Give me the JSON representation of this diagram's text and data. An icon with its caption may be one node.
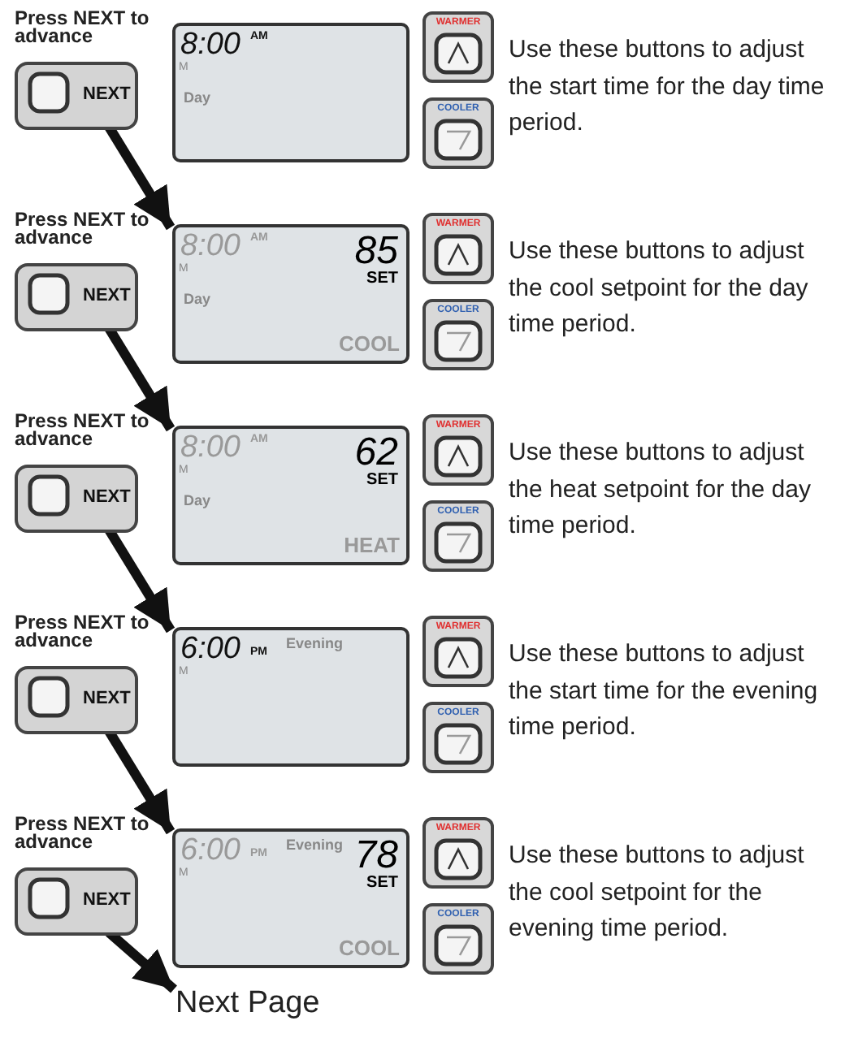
{
  "diagram": {
    "nodes": [
      {
        "text": [
          "Press NEXT to advance",
          "NEXT"
        ]
      },
      {
        "text": [
          "8:00",
          "AM",
          "M",
          "Day"
        ]
      },
      {
        "text": [
          "WARMER"
        ]
      },
      {
        "text": [
          "COOLER"
        ]
      },
      {
        "text": [
          "Press NEXT to advance",
          "NEXT"
        ]
      },
      {
        "text": [
          "8:00",
          "AM",
          "M",
          "85",
          "SET",
          "Day",
          "COOL"
        ]
      },
      {
        "text": [
          "WARMER"
        ]
      },
      {
        "text": [
          "COOLER"
        ]
      },
      {
        "text": [
          "Press NEXT to advance",
          "NEXT"
        ]
      },
      {
        "text": [
          "8:00",
          "AM",
          "M",
          "62",
          "SET",
          "Day",
          "HEAT"
        ]
      },
      {
        "text": [
          "WARMER"
        ]
      },
      {
        "text": [
          "COOLER"
        ]
      },
      {
        "text": [
          "Press NEXT to advance",
          "NEXT"
        ]
      },
      {
        "text": [
          "6:00",
          "PM",
          "Evening",
          "M"
        ]
      },
      {
        "text": [
          "WARMER"
        ]
      },
      {
        "text": [
          "COOLER"
        ]
      },
      {
        "text": [
          "Press NEXT to advance",
          "NEXT"
        ]
      },
      {
        "text": [
          "6:00",
          "PM",
          "Evening",
          "78",
          "SET",
          "M",
          "COOL"
        ]
      },
      {
        "text": [
          "WARMER"
        ]
      },
      {
        "text": [
          "COOLER"
        ]
      },
      {
        "text": [
          "Next Page"
        ]
      }
    ],
    "edges": [
      {
        "from": 0,
        "to": 5,
        "arrow": "to"
      },
      {
        "from": 4,
        "to": 9,
        "arrow": "to"
      },
      {
        "from": 8,
        "to": 13,
        "arrow": "to"
      },
      {
        "from": 12,
        "to": 17,
        "arrow": "to"
      },
      {
        "from": 16,
        "to": 20,
        "arrow": "to"
      }
    ],
    "labels": [
      "Use these buttons to adjust the start time for the day time period.",
      "Use these buttons to adjust the cool setpoint for the day time period.",
      "Use these buttons to adjust the heat setpoint for the day time period.",
      "Use these buttons to adjust the start time for the evening time period.",
      "Use these buttons to adjust the cool setpoint for the evening time period."
    ]
  }
}
